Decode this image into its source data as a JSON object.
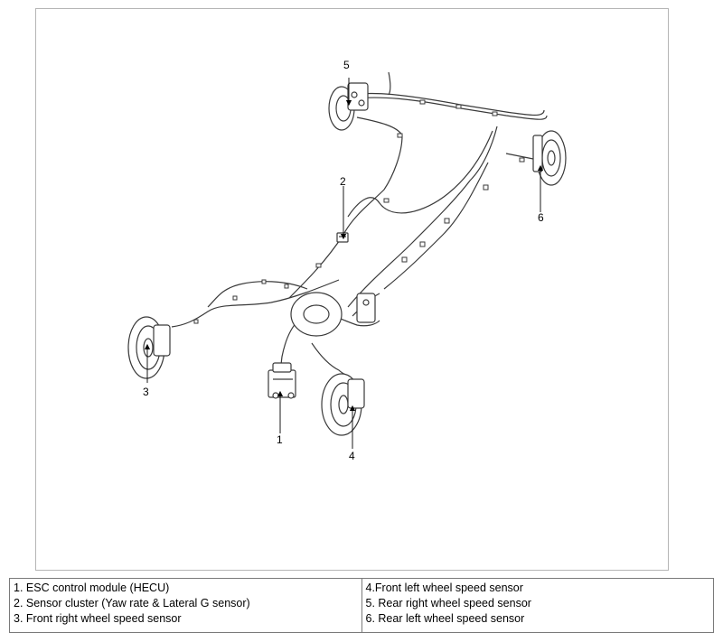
{
  "diagram": {
    "callouts": [
      "1",
      "2",
      "3",
      "4",
      "5",
      "6"
    ]
  },
  "legend": {
    "left": [
      "1. ESC control module (HECU)",
      "2. Sensor cluster (Yaw rate & Lateral G sensor)",
      "3. Front right wheel speed sensor"
    ],
    "right": [
      "4.Front left wheel speed sensor",
      "5. Rear right wheel speed sensor",
      "6. Rear left wheel speed sensor"
    ]
  },
  "colors": {
    "line": "#3a3a3a",
    "frame": "#b5b5b5",
    "table_border": "#7a7a7a"
  }
}
